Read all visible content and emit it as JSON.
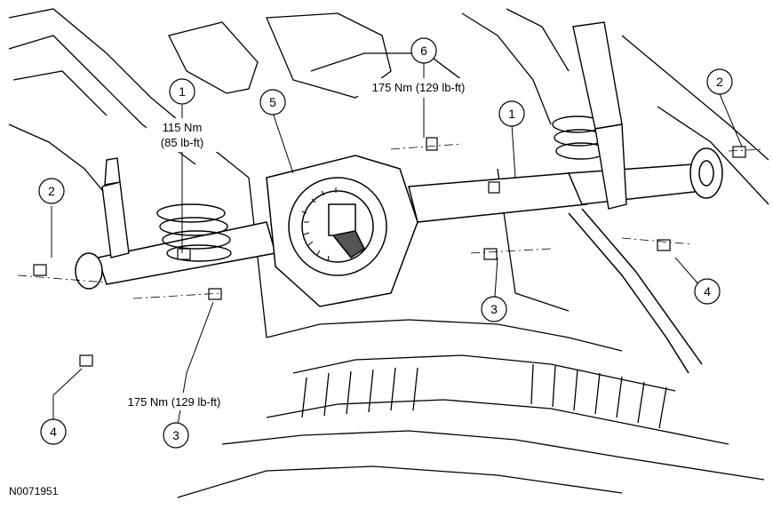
{
  "callouts": [
    {
      "label": "1"
    },
    {
      "label": "1"
    },
    {
      "label": "2"
    },
    {
      "label": "2"
    },
    {
      "label": "3"
    },
    {
      "label": "3"
    },
    {
      "label": "4"
    },
    {
      "label": "4"
    },
    {
      "label": "5"
    },
    {
      "label": "6"
    }
  ],
  "torque_specs": {
    "upper_arm_line1": "115 Nm",
    "upper_arm_line2": "(85 lb-ft)",
    "top_center": "175 Nm (129 lb-ft)",
    "lower_left": "175 Nm (129 lb-ft)"
  },
  "figure_id": "N0071951",
  "colors": {
    "line": "#000000",
    "background": "#ffffff"
  }
}
